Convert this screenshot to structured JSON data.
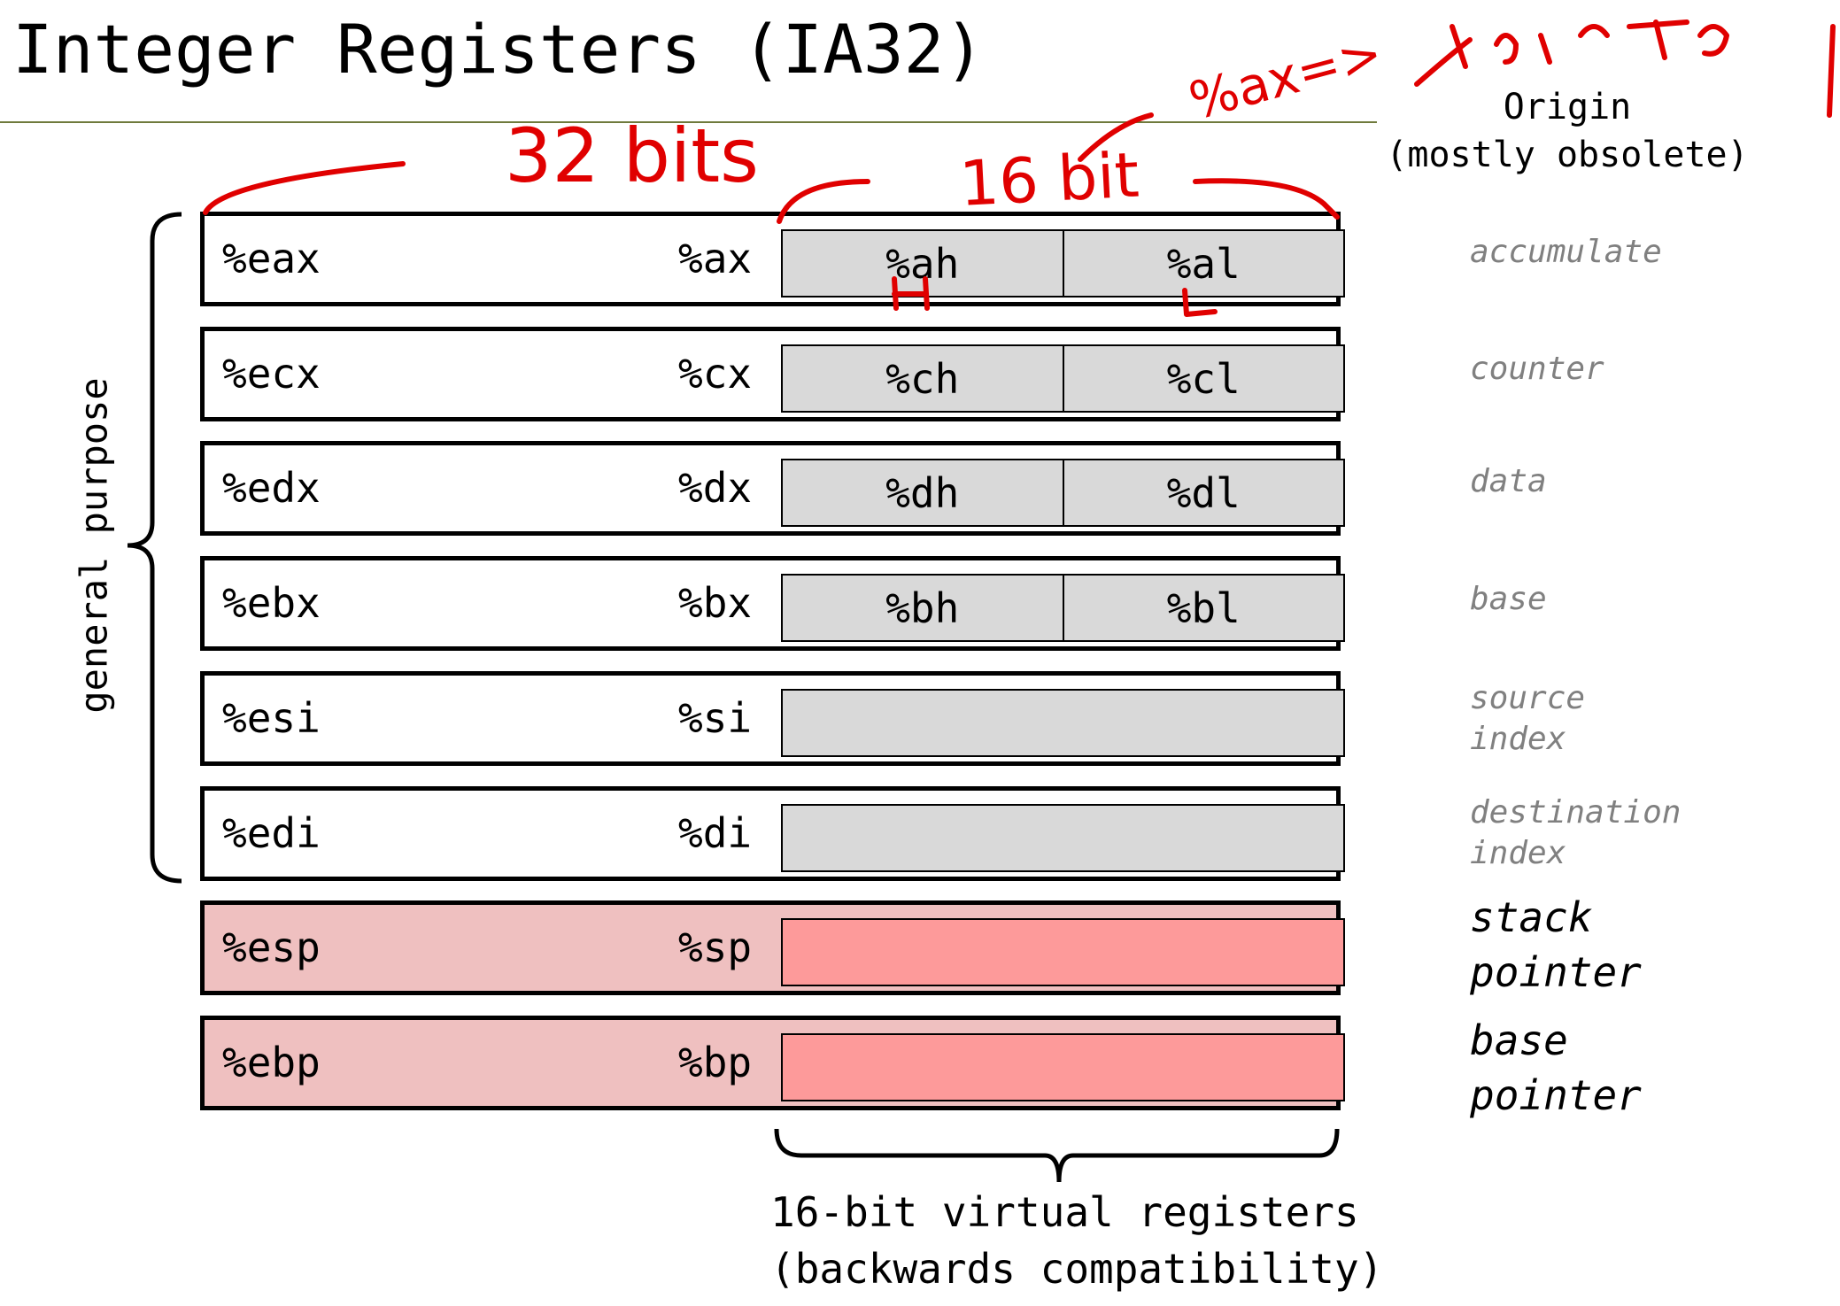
{
  "title": "Integer Registers (IA32)",
  "origin_header": "Origin\n(mostly obsolete)",
  "side_label": "general purpose",
  "bottom_label": "16-bit virtual registers\n(backwards compatibility)",
  "registers": [
    {
      "r32": "%eax",
      "r16": "%ax",
      "high": "%ah",
      "low": "%al",
      "origin": "accumulate"
    },
    {
      "r32": "%ecx",
      "r16": "%cx",
      "high": "%ch",
      "low": "%cl",
      "origin": "counter"
    },
    {
      "r32": "%edx",
      "r16": "%dx",
      "high": "%dh",
      "low": "%dl",
      "origin": "data"
    },
    {
      "r32": "%ebx",
      "r16": "%bx",
      "high": "%bh",
      "low": "%bl",
      "origin": "base"
    },
    {
      "r32": "%esi",
      "r16": "%si",
      "origin": "source\nindex"
    },
    {
      "r32": "%edi",
      "r16": "%di",
      "origin": "destination\nindex"
    },
    {
      "r32": "%esp",
      "r16": "%sp",
      "origin": "stack\npointer"
    },
    {
      "r32": "%ebp",
      "r16": "%bp",
      "origin": "base\npointer"
    }
  ],
  "colors": {
    "pink_row": "#efc0c0",
    "pink_box": "#fd9a9a",
    "gray_box": "#d9d9d9",
    "origin_gray": "#808080",
    "annotation_red": "#e00000",
    "rule": "#6f7a3c"
  },
  "annotations": {
    "bits32": "32 bits",
    "bit16": "16 bit",
    "ax_note": "%ax=>",
    "high_mark": "H",
    "low_mark": "L"
  }
}
